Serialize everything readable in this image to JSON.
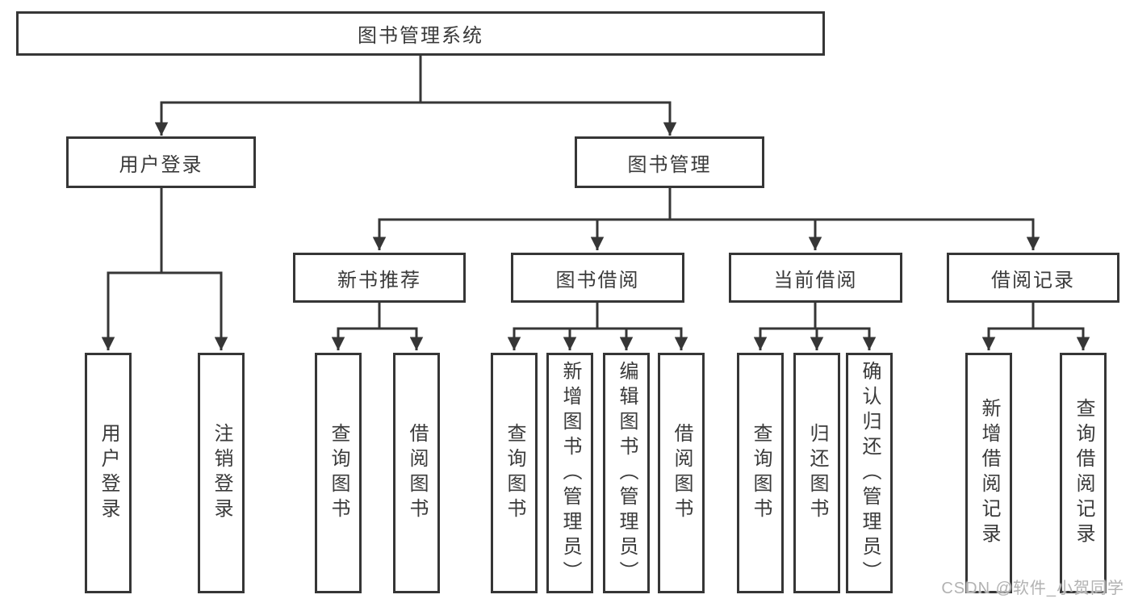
{
  "diagram": {
    "root": "图书管理系统",
    "branches": [
      {
        "label": "用户登录",
        "children": [
          "用户登录",
          "注销登录"
        ]
      },
      {
        "label": "图书管理",
        "groups": [
          {
            "label": "新书推荐",
            "children": [
              "查询图书",
              "借阅图书"
            ]
          },
          {
            "label": "图书借阅",
            "children": [
              "查询图书",
              "新增图书（管理员）",
              "编辑图书（管理员）",
              "借阅图书"
            ]
          },
          {
            "label": "当前借阅",
            "children": [
              "查询图书",
              "归还图书",
              "确认归还（管理员）"
            ]
          },
          {
            "label": "借阅记录",
            "children": [
              "新增借阅记录",
              "查询借阅记录"
            ]
          }
        ]
      }
    ]
  },
  "watermark": "CSDN @软件_小贺同学",
  "colors": {
    "line": "#363636",
    "text": "#3a3a3a",
    "watermark": "#b2b2b2",
    "background": "#ffffff"
  }
}
